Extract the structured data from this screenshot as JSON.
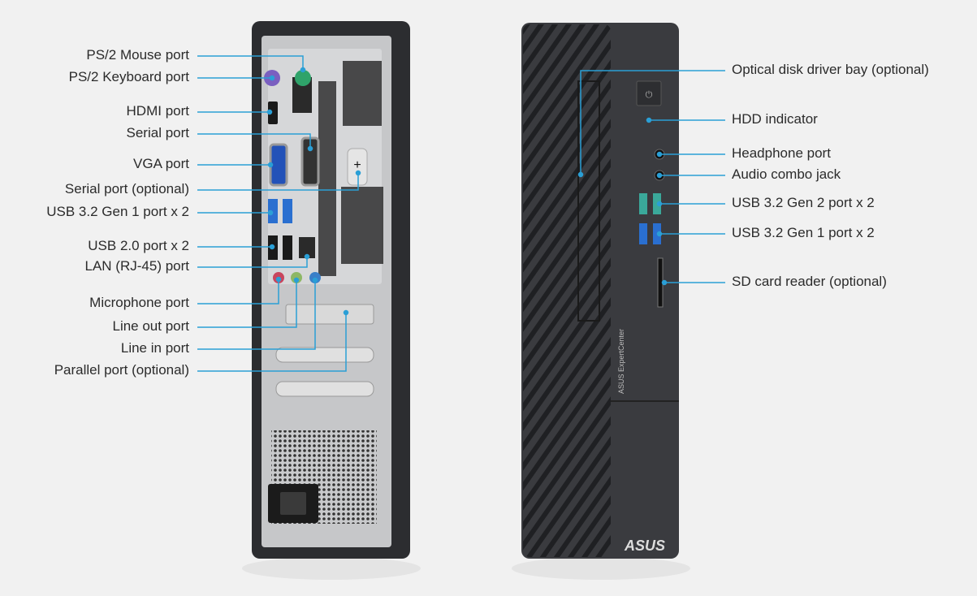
{
  "colors": {
    "leader": "#2a9fd6",
    "background": "#f1f1f1",
    "chassis": "#2c2d30"
  },
  "rear_labels": [
    "PS/2 Mouse port",
    "PS/2 Keyboard port",
    "HDMI port",
    "Serial port",
    "VGA port",
    "Serial port (optional)",
    "USB 3.2 Gen 1 port x 2",
    "USB 2.0 port x 2",
    "LAN (RJ-45) port",
    "Microphone port",
    "Line out port",
    "Line in port",
    "Parallel port (optional)"
  ],
  "front_labels": [
    "Optical disk driver bay (optional)",
    "HDD indicator",
    "Headphone port",
    "Audio combo jack",
    "USB 3.2 Gen 2 port x 2",
    "USB 3.2 Gen 1 port x 2",
    "SD card reader (optional)"
  ],
  "branding": {
    "logo": "ASUS",
    "product": "ASUS ExpertCenter"
  }
}
